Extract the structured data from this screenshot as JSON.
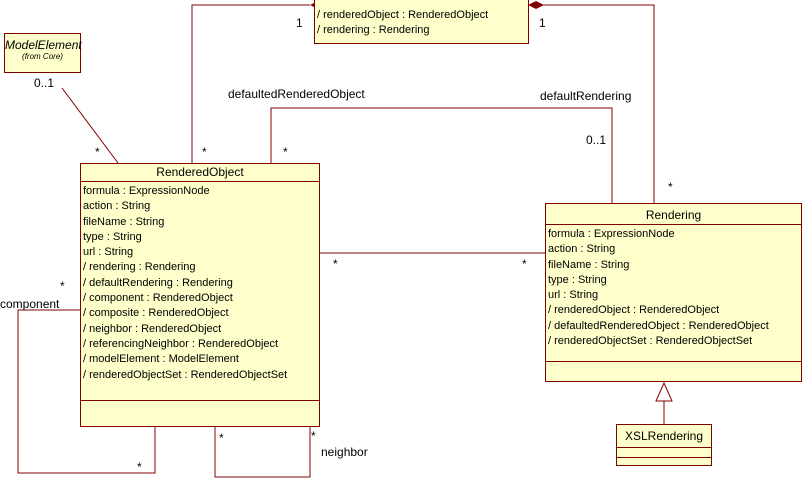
{
  "model_element": {
    "name": "ModelElement",
    "from": "(from Core)"
  },
  "rendered_object_set": {
    "attrs": [
      "/ renderedObject : RenderedObject",
      "/ rendering : Rendering"
    ]
  },
  "rendered_object": {
    "name": "RenderedObject",
    "attrs": [
      "formula : ExpressionNode",
      "action : String",
      "fileName : String",
      "type : String",
      "url : String",
      "/ rendering : Rendering",
      "/ defaultRendering : Rendering",
      "/ component : RenderedObject",
      "/ composite : RenderedObject",
      "/ neighbor : RenderedObject",
      "/ referencingNeighbor : RenderedObject",
      "/ modelElement : ModelElement",
      "/ renderedObjectSet : RenderedObjectSet"
    ]
  },
  "rendering": {
    "name": "Rendering",
    "attrs": [
      "formula : ExpressionNode",
      "action : String",
      "fileName : String",
      "type : String",
      "url : String",
      "/ renderedObject : RenderedObject",
      "/ defaultedRenderedObject : RenderedObject",
      "/ renderedObjectSet : RenderedObjectSet"
    ]
  },
  "xsl_rendering": {
    "name": "XSLRendering"
  },
  "labels": {
    "mult_me": "0..1",
    "mult_ro_me": "*",
    "mult_set_left": "1",
    "mult_set_right": "1",
    "mult_ro_set": "*",
    "mult_r_set": "*",
    "role_defaulted": "defaultedRenderedObject",
    "role_default": "defaultRendering",
    "mult_defaulted_ro": "*",
    "mult_default_r": "0..1",
    "mult_assoc_ro": "*",
    "mult_assoc_r": "*",
    "mult_comp_top": "*",
    "role_component": "component",
    "mult_comp_bottom": "*",
    "mult_neighbor_a": "*",
    "mult_neighbor_b": "*",
    "role_neighbor": "neighbor"
  }
}
